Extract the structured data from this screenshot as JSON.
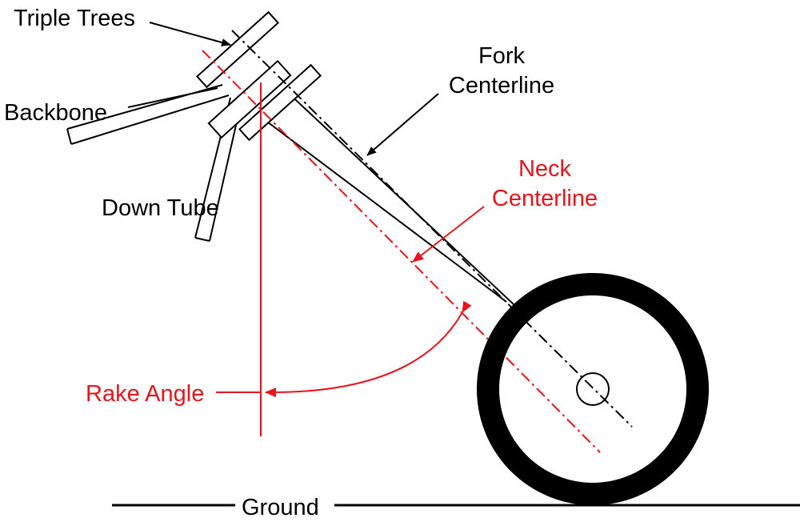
{
  "labels": {
    "triple_trees": "Triple Trees",
    "backbone": "Backbone",
    "down_tube": "Down Tube",
    "fork_centerline_1": "Fork",
    "fork_centerline_2": "Centerline",
    "neck_centerline_1": "Neck",
    "neck_centerline_2": "Centerline",
    "rake_angle": "Rake Angle",
    "ground": "Ground"
  },
  "colors": {
    "ink": "#000000",
    "highlight": "#e8141c"
  }
}
